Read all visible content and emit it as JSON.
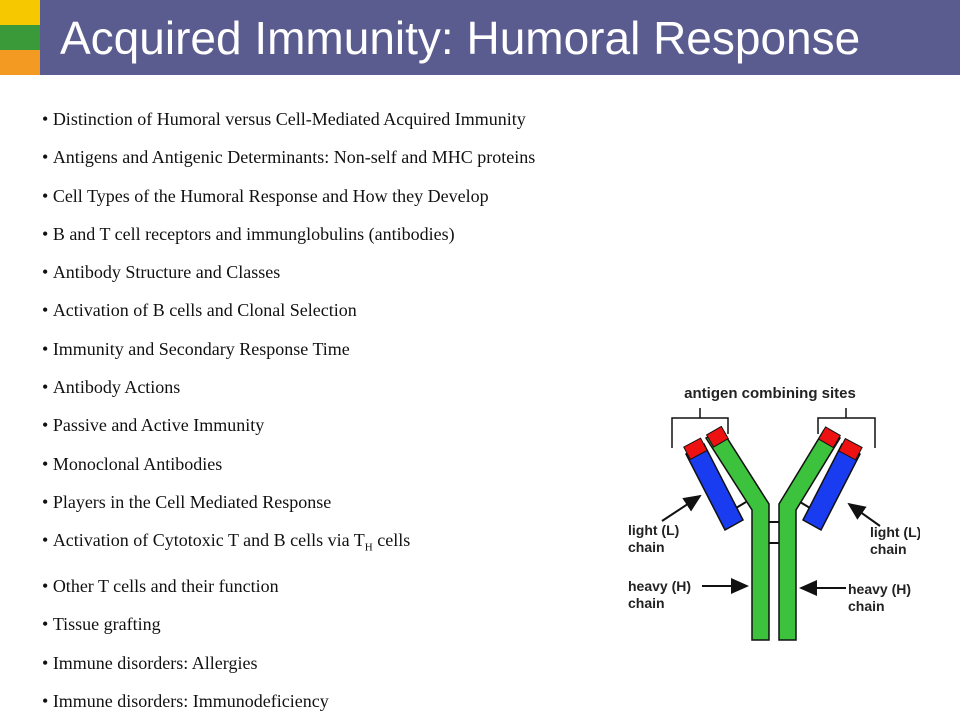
{
  "colors": {
    "header_bar": "#5a5b8f",
    "accent_yellow": "#f6c800",
    "accent_green": "#3a9a3a",
    "accent_orange": "#f39a22",
    "heavy_chain": "#3cc23c",
    "light_chain": "#1a3cf0",
    "combining_site": "#ee1111"
  },
  "slide": {
    "title": "Acquired Immunity: Humoral Response",
    "bullets": [
      {
        "text": "Distinction of Humoral versus Cell-Mediated Acquired Immunity"
      },
      {
        "text": "Antigens and Antigenic Determinants: Non-self and MHC proteins"
      },
      {
        "text": "Cell Types of the Humoral Response and How they Develop"
      },
      {
        "text": "B and T cell receptors and immunglobulins (antibodies)"
      },
      {
        "text": "Antibody Structure and Classes"
      },
      {
        "text": "Activation of B cells and Clonal Selection"
      },
      {
        "text": "Immunity and Secondary Response Time"
      },
      {
        "text": "Antibody Actions"
      },
      {
        "text": "Passive and Active Immunity"
      },
      {
        "text": "Monoclonal Antibodies"
      },
      {
        "text": "Players in the Cell Mediated Response"
      },
      {
        "text": "Activation of Cytotoxic T and B cells via T",
        "sub": "H",
        "suffix": " cells"
      },
      {
        "text": "Other T cells and their function"
      },
      {
        "text": "Tissue grafting"
      },
      {
        "text": "Immune disorders: Allergies"
      },
      {
        "text": "Immune disorders: Immunodeficiency"
      }
    ]
  },
  "diagram": {
    "label_sites": "antigen combining sites",
    "label_light": [
      "light (L)",
      "chain"
    ],
    "label_heavy": [
      "heavy (H)",
      "chain"
    ]
  }
}
